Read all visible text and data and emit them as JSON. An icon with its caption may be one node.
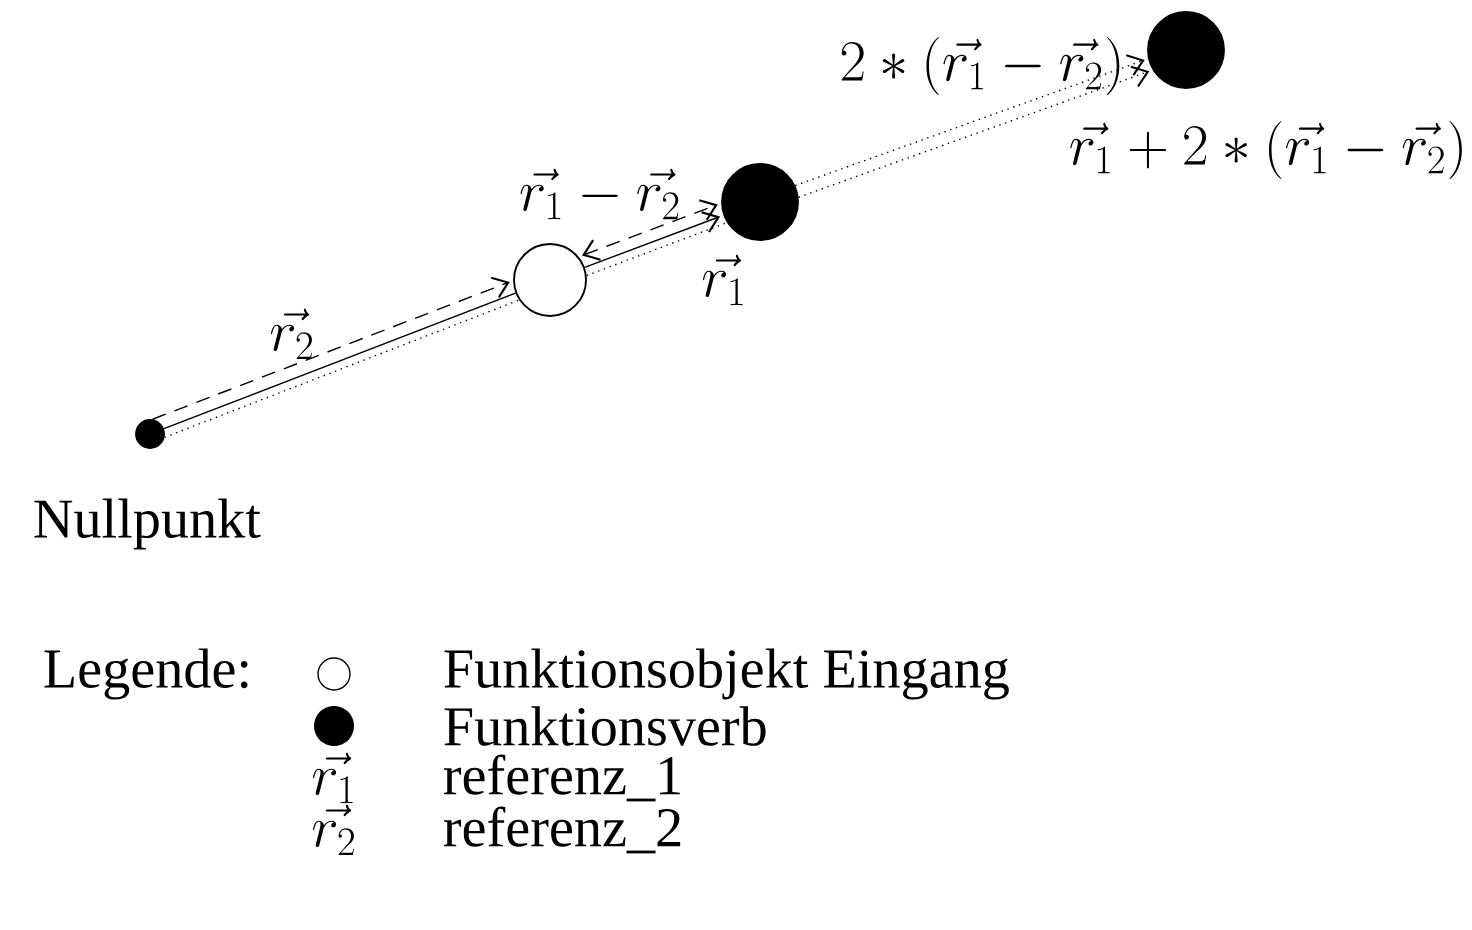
{
  "diagram": {
    "nodes": [
      {
        "text": [],
        "shape": "circle",
        "beside": [
          "Nullpunkt"
        ]
      },
      {
        "text": [],
        "shape": "circle"
      },
      {
        "text": [],
        "shape": "circle"
      },
      {
        "text": [],
        "shape": "circle",
        "beside": [
          "\\vec{r_1} + 2 * (\\vec{r_1} - \\vec{r_2})"
        ]
      }
    ],
    "edges": [
      {
        "from": 0,
        "to": 1,
        "arrow": "to",
        "style": "dashed",
        "label": "\\vec{r_2}"
      },
      {
        "from": 0,
        "to": 1,
        "arrow": "none"
      },
      {
        "from": 1,
        "to": 2,
        "arrow": "to",
        "label": "\\vec{r_1}"
      },
      {
        "from": 1,
        "to": 2,
        "arrow": "both",
        "style": "dashed",
        "label": "\\vec{r_1} - \\vec{r_2}"
      },
      {
        "from": 2,
        "to": 3,
        "arrow": "to",
        "style": "dashed",
        "label": "2 * (\\vec{r_1} - \\vec{r_2})"
      },
      {
        "from": 0,
        "to": 1,
        "arrow": "none",
        "style": "dashed"
      },
      {
        "from": 1,
        "to": 2,
        "arrow": "none",
        "style": "dashed"
      },
      {
        "from": 2,
        "to": 3,
        "arrow": "to",
        "style": "dashed"
      }
    ],
    "labels": [
      "Legende:",
      "\\vec{r_1}",
      "\\vec{r_2}"
    ],
    "legend": [
      {
        "text": "Funktionsobjekt Eingang"
      },
      {
        "text": "Funktionsverb"
      },
      {
        "text": "referenz_1"
      },
      {
        "text": "referenz_2"
      }
    ]
  }
}
